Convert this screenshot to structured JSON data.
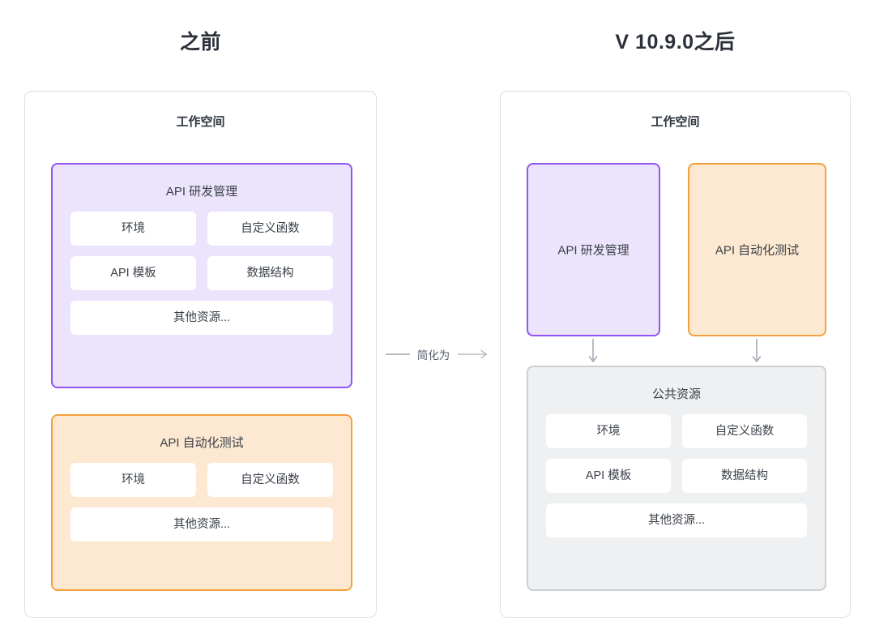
{
  "titles": {
    "before": "之前",
    "after": "V 10.9.0之后"
  },
  "workspace_label": "工作空间",
  "connector": {
    "label": "简化为",
    "left_line_icon": "horizontal-line-icon",
    "right_arrow_icon": "arrow-right-icon"
  },
  "before": {
    "dev": {
      "title": "API 研发管理",
      "chips": [
        "环境",
        "自定义函数",
        "API 模板",
        "数据结构",
        "其他资源..."
      ]
    },
    "test": {
      "title": "API 自动化测试",
      "chips": [
        "环境",
        "自定义函数",
        "其他资源..."
      ]
    }
  },
  "after": {
    "dev": {
      "title": "API 研发管理"
    },
    "test": {
      "title": "API 自动化测试"
    },
    "public": {
      "title": "公共资源",
      "chips": [
        "环境",
        "自定义函数",
        "API 模板",
        "数据结构",
        "其他资源..."
      ]
    },
    "arrows": {
      "dev_icon": "arrow-down-icon",
      "test_icon": "arrow-down-icon"
    }
  },
  "colors": {
    "purple_border": "#9254f5",
    "purple_fill": "#ece4fc",
    "orange_border": "#f5a03c",
    "orange_fill": "#fde9d1",
    "grey_border": "#ccd0d4",
    "grey_fill": "#eef0f1",
    "panel_border": "#dcdee0",
    "arrow": "#a6acb5",
    "text": "#3a4049",
    "background": "#ffffff"
  }
}
